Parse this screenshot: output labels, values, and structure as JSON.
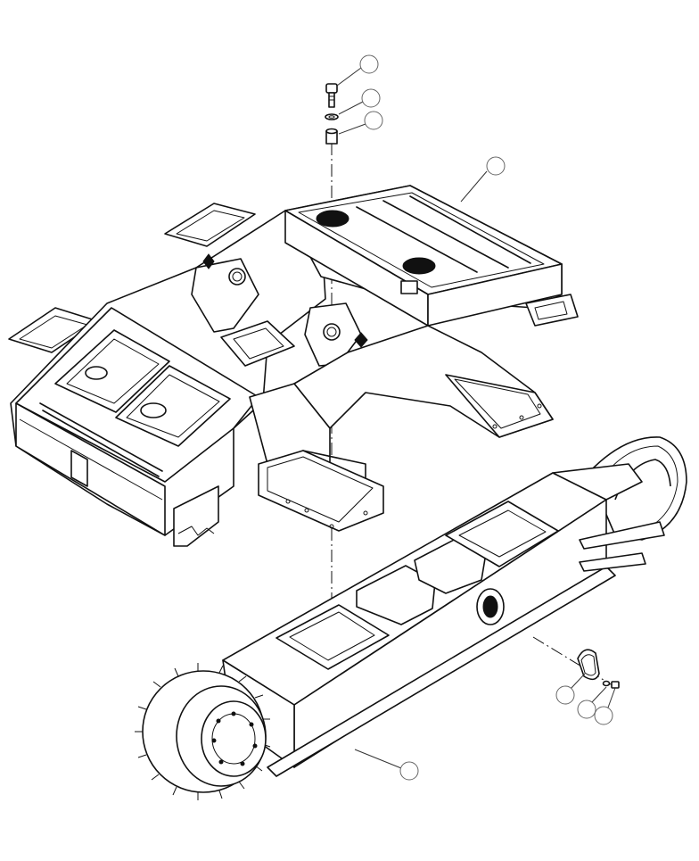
{
  "diagram": {
    "type": "exploded-parts-drawing",
    "callouts": [
      {
        "id": "callout-1",
        "target": "bolt"
      },
      {
        "id": "callout-2",
        "target": "washer"
      },
      {
        "id": "callout-3",
        "target": "bushing"
      },
      {
        "id": "callout-4",
        "target": "upper-frame"
      },
      {
        "id": "callout-5",
        "target": "cover-plate"
      },
      {
        "id": "callout-6",
        "target": "small-bolt"
      },
      {
        "id": "callout-7",
        "target": "small-washer"
      },
      {
        "id": "callout-8",
        "target": "track-frame"
      }
    ]
  }
}
